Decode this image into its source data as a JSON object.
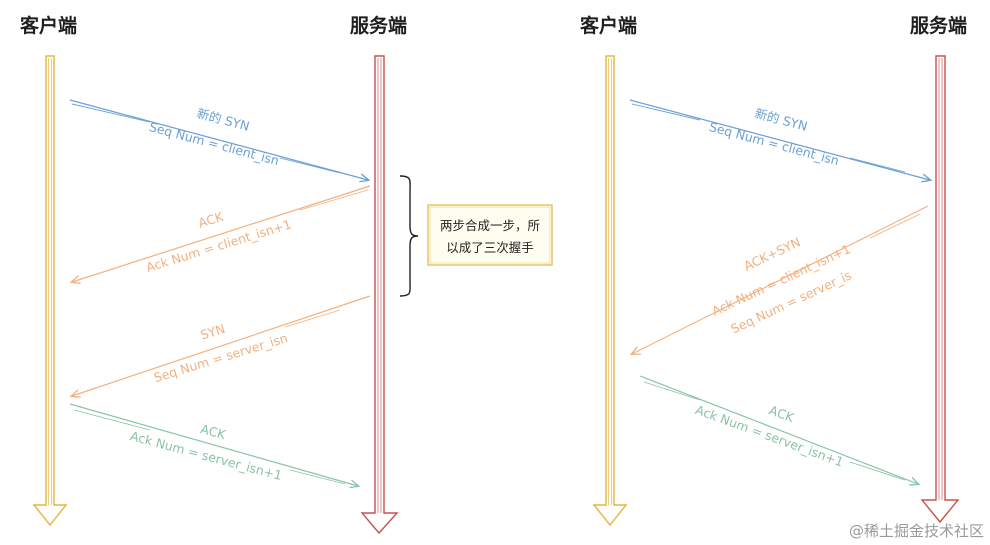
{
  "colors": {
    "client_line": "#e3b53a",
    "server_line": "#c9504f",
    "blue": "#6a9fd6",
    "orange": "#f2b07e",
    "green": "#89c4a4",
    "note_border": "#d8b94a",
    "note_fill": "#fffdf0"
  },
  "left": {
    "client_label": "客户端",
    "server_label": "服务端",
    "msg1": {
      "line1": "新的 SYN",
      "line2": "Seq Num = client_isn"
    },
    "msg2": {
      "line1": "ACK",
      "line2": "Ack Num = client_isn+1"
    },
    "msg3": {
      "line1": "SYN",
      "line2": "Seq Num = server_isn"
    },
    "msg4": {
      "line1": "ACK",
      "line2": "Ack Num = server_isn+1"
    },
    "note": {
      "line1": "两步合成一步，所",
      "line2": "以成了三次握手"
    }
  },
  "right": {
    "client_label": "客户端",
    "server_label": "服务端",
    "msg1": {
      "line1": "新的 SYN",
      "line2": "Seq Num = client_isn"
    },
    "msg2": {
      "line1": "ACK+SYN",
      "line2": "Ack Num = client_isn+1",
      "line3": "Seq Num = server_is"
    },
    "msg3": {
      "line1": "ACK",
      "line2": "Ack Num = server_isn+1"
    }
  },
  "watermark": "@稀土掘金技术社区"
}
